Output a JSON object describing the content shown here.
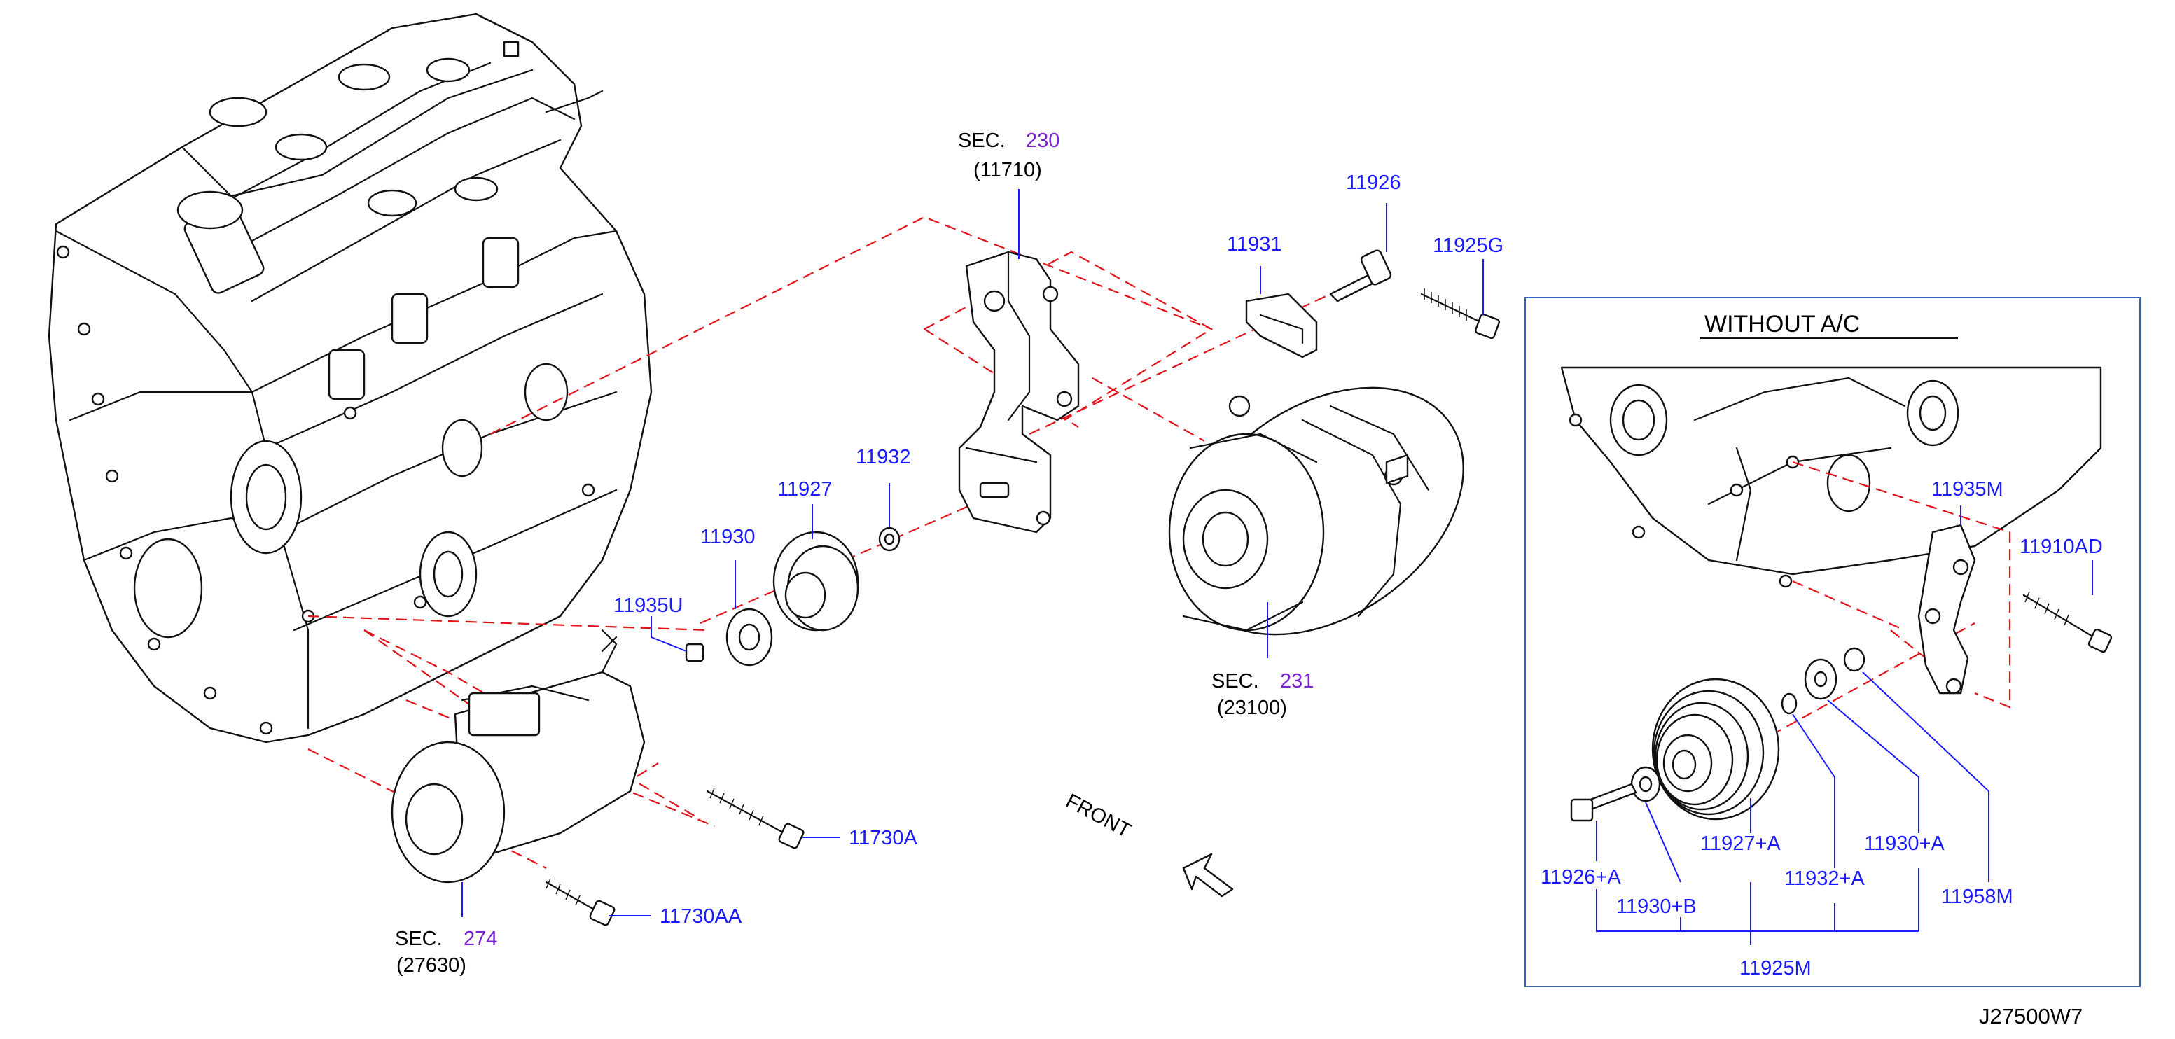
{
  "labels": {
    "sec230": "SEC.",
    "sec230_num": "230",
    "sec230_code": "(11710)",
    "sec231": "SEC.",
    "sec231_num": "231",
    "sec231_code": "(23100)",
    "sec274": "SEC.",
    "sec274_num": "274",
    "sec274_code": "(27630)",
    "p11926": "11926",
    "p11931": "11931",
    "p11925G": "11925G",
    "p11932": "11932",
    "p11927": "11927",
    "p11930": "11930",
    "p11935U": "11935U",
    "p11730A": "11730A",
    "p11730AA": "11730AA",
    "front": "FRONT",
    "inset_title": "WITHOUT   A/C",
    "p11935M": "11935M",
    "p11910AD": "11910AD",
    "p11927A": "11927+A",
    "p11930A": "11930+A",
    "p11932A": "11932+A",
    "p11926A": "11926+A",
    "p11930B": "11930+B",
    "p11958M": "11958M",
    "p11925M": "11925M",
    "diagram_id": "J27500W7"
  },
  "colors": {
    "part_number": "#1a1aff",
    "section_number": "#7a22d6",
    "dashed_alignment": "#e0141a",
    "inset_border": "#3a62b5"
  },
  "icons": [
    "engine-block-drawing",
    "alternator-bracket-drawing",
    "alternator-drawing",
    "ac-compressor-drawing",
    "idler-pulley-drawing",
    "front-arrow-icon"
  ]
}
